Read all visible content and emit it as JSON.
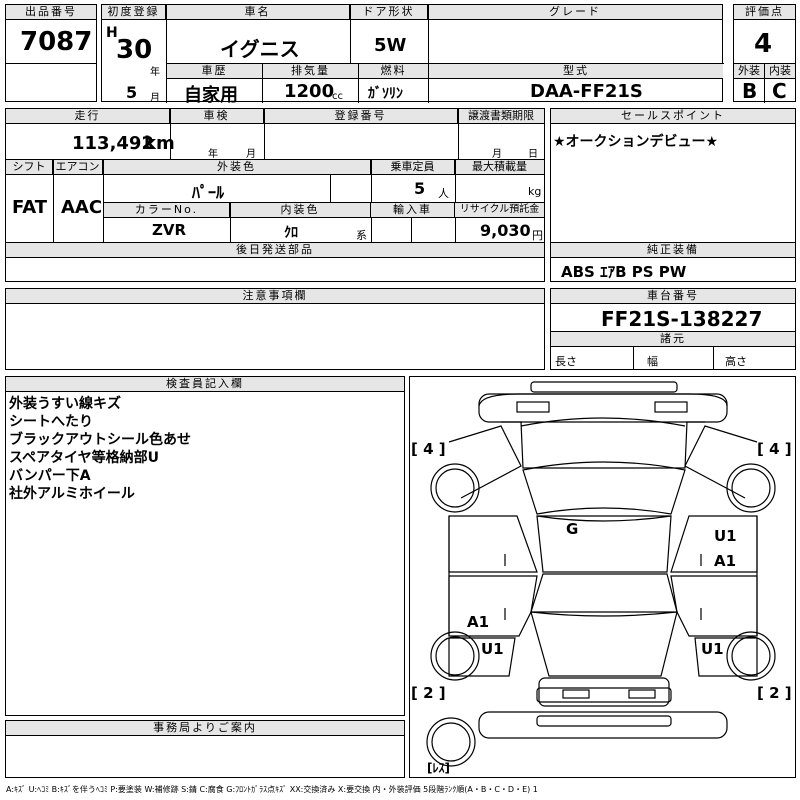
{
  "header": {
    "lot_number_label": "出品番号",
    "lot_number": "7087",
    "first_reg_label": "初度登録",
    "era": "H",
    "year": "30",
    "year_unit": "年",
    "month": "5",
    "month_unit": "月",
    "car_name_label": "車名",
    "car_name": "イグニス",
    "door_label": "ドア形状",
    "door": "5W",
    "grade_label": "グレード",
    "grade": "",
    "score_label": "評価点",
    "score": "4",
    "history_label": "車歴",
    "history": "自家用",
    "displacement_label": "排気量",
    "displacement": "1200",
    "displacement_unit": "cc",
    "fuel_label": "燃料",
    "fuel": "ｶﾞｿﾘﾝ",
    "model_label": "型式",
    "model": "DAA-FF21S",
    "exterior_label": "外装",
    "exterior": "B",
    "interior_label": "内装",
    "interior": "C"
  },
  "details": {
    "mileage_label": "走行",
    "mileage": "113,492",
    "mileage_unit": "km",
    "inspection_label": "車検",
    "inspection_year_unit": "年",
    "inspection_month_unit": "月",
    "registration_label": "登録番号",
    "transfer_label": "譲渡書類期限",
    "transfer_month_unit": "月",
    "transfer_day_unit": "日",
    "shift_label": "シフト",
    "shift": "FAT",
    "ac_label": "エアコン",
    "ac": "AAC",
    "color_label": "外装色",
    "color": "ﾊﾟｰﾙ",
    "capacity_label": "乗車定員",
    "capacity": "5",
    "capacity_unit": "人",
    "load_label": "最大積載量",
    "load_unit": "kg",
    "color_no_label": "カラーNo.",
    "color_no": "ZVR",
    "interior_color_label": "内装色",
    "interior_color": "ｸﾛ",
    "interior_color_unit": "系",
    "import_label": "輸入車",
    "recycle_label": "リサイクル預託金",
    "recycle": "9,030",
    "recycle_unit": "円",
    "later_parts_label": "後日発送部品",
    "notes_label": "注意事項欄"
  },
  "selling_points": {
    "label": "セールスポイント",
    "text": "★オークションデビュー★"
  },
  "equipment": {
    "label": "純正装備",
    "text": "ABS ｴｱB PS PW"
  },
  "chassis": {
    "label": "車台番号",
    "number": "FF21S-138227",
    "spec_label": "諸元",
    "length_label": "長さ",
    "width_label": "幅",
    "height_label": "高さ"
  },
  "inspector": {
    "label": "検査員記入欄",
    "remarks": [
      "外装うすい線キズ",
      "シートへたり",
      "ブラックアウトシール色あせ",
      "スペアタイヤ等格納部U",
      "バンパー下A",
      "社外アルミホイール"
    ]
  },
  "office": {
    "label": "事務局よりご案内"
  },
  "diagram": {
    "tire_fl": "[ 4 ]",
    "tire_fr": "[ 4 ]",
    "tire_rl": "[ 2 ]",
    "tire_rr": "[ 2 ]",
    "mark_glass": "G",
    "mark_right_front_1": "U1",
    "mark_right_front_2": "A1",
    "mark_left_rear_1": "A1",
    "mark_left_rear_2": "U1",
    "mark_right_rear": "U1",
    "rest_label": "[ﾚｽ]"
  },
  "legend": "A:ｷｽﾞ U:ﾍｺﾐ B:ｷｽﾞを伴うﾍｺﾐ P:要塗装 W:補修跡 S:錆 C:腐食 G:ﾌﾛﾝﾄｶﾞﾗｽ点ｷｽﾞ XX:交換済み X:要交換 内・外装評価 5段階ﾗﾝｸ順(A・B・C・D・E) 1"
}
